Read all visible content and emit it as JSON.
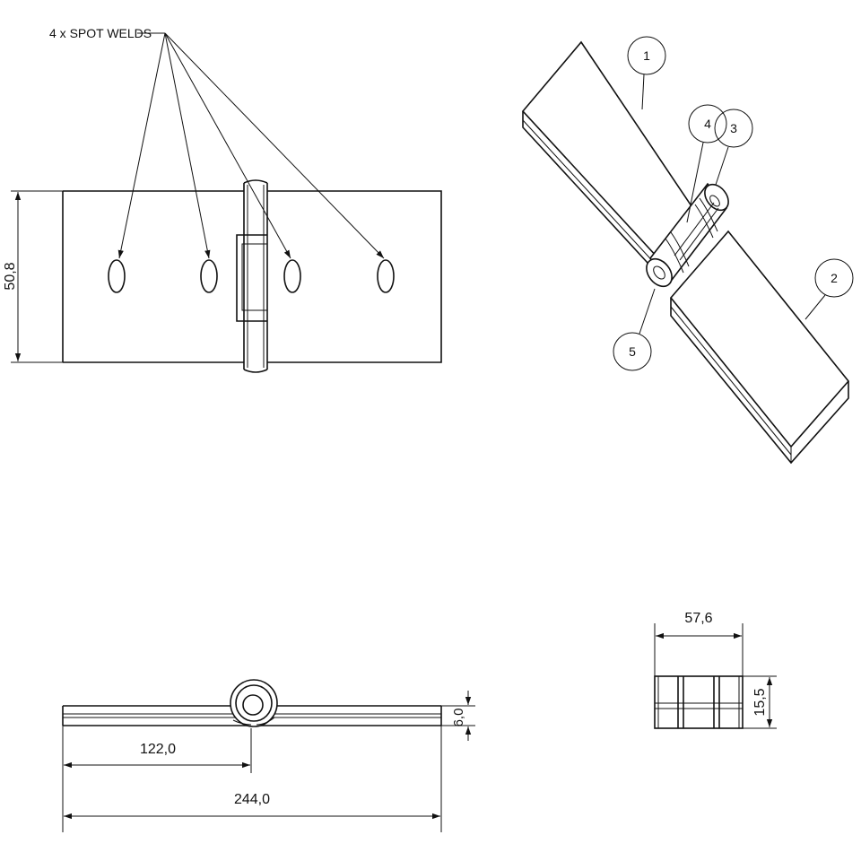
{
  "annotation": {
    "spot_welds": "4 x SPOT WELDS"
  },
  "dimensions": {
    "height": "50,8",
    "half_length": "122,0",
    "total_length": "244,0",
    "thickness": "6,0",
    "knuckle_length": "57,6",
    "knuckle_height": "15,5"
  },
  "balloons": [
    "1",
    "2",
    "3",
    "4",
    "5"
  ]
}
